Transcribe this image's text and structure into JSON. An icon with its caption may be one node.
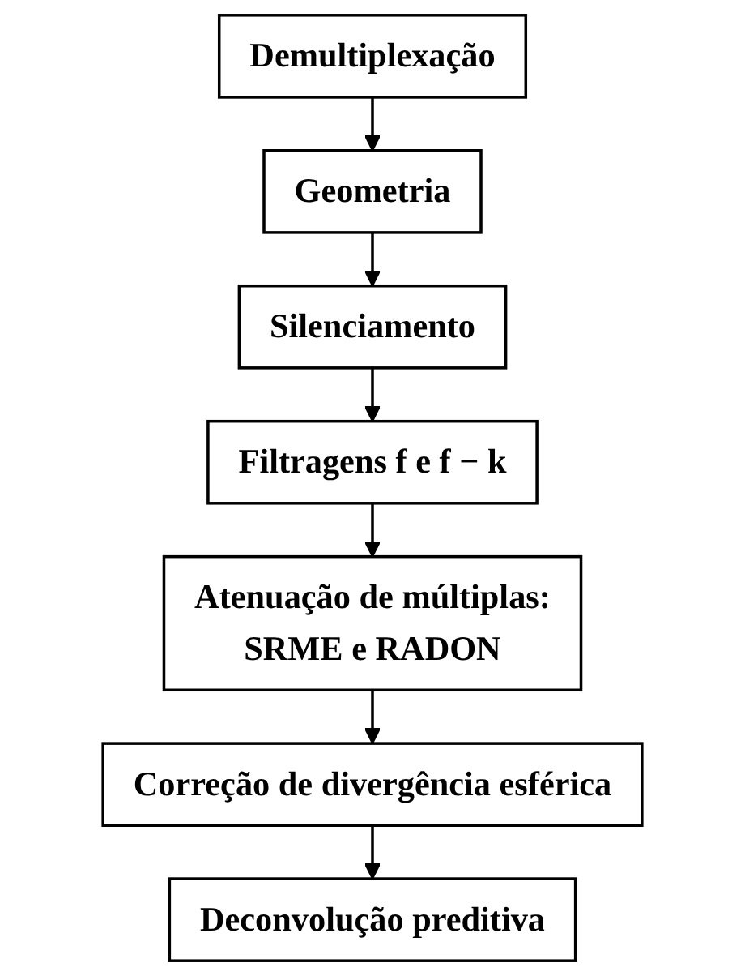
{
  "diagram": {
    "nodes": [
      {
        "text": [
          "Demultiplexação"
        ]
      },
      {
        "text": [
          "Geometria"
        ]
      },
      {
        "text": [
          "Silenciamento"
        ]
      },
      {
        "text": [
          "Filtragens f e f − k"
        ]
      },
      {
        "text": [
          "Atenuação de múltiplas: SRME e RADON"
        ]
      },
      {
        "text": [
          "Correção de divergência esférica"
        ]
      },
      {
        "text": [
          "Deconvolução preditiva"
        ]
      }
    ],
    "edges": [
      {
        "from": 0,
        "to": 1,
        "arrow": "to"
      },
      {
        "from": 1,
        "to": 2,
        "arrow": "to"
      },
      {
        "from": 2,
        "to": 3,
        "arrow": "to"
      },
      {
        "from": 3,
        "to": 4,
        "arrow": "to"
      },
      {
        "from": 4,
        "to": 5,
        "arrow": "to"
      },
      {
        "from": 5,
        "to": 6,
        "arrow": "to"
      }
    ]
  }
}
